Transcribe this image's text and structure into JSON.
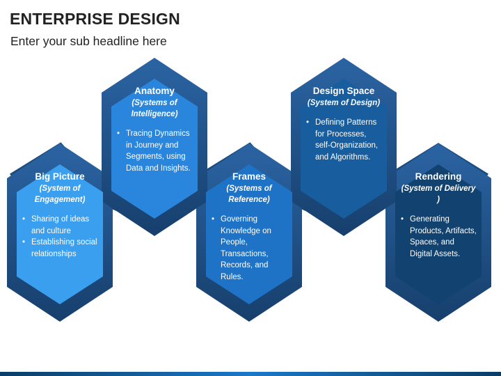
{
  "header": {
    "title": "ENTERPRISE DESIGN",
    "subtitle": "Enter your sub headline here"
  },
  "colors": {
    "frame": "#1c4c80",
    "frame_light": "#2b64a3",
    "stage_1": "#3b9ff0",
    "stage_2": "#2a86dc",
    "stage_3": "#1f73c6",
    "stage_4": "#185d9e",
    "stage_5": "#12426f",
    "bottom_bar": "#1b78c7"
  },
  "stages": [
    {
      "title": "Big Picture",
      "subtitle": "(System of Engagement)",
      "bullets": [
        "Sharing of ideas and culture",
        "Establishing social relationships"
      ]
    },
    {
      "title": "Anatomy",
      "subtitle": "(Systems of Intelligence)",
      "bullets": [
        "Tracing Dynamics in Journey and Segments, using Data and Insights."
      ]
    },
    {
      "title": "Frames",
      "subtitle": "(Systems of Reference)",
      "bullets": [
        "Governing Knowledge on People, Transactions, Records, and Rules."
      ]
    },
    {
      "title": "Design Space",
      "subtitle": "(System of Design)",
      "bullets": [
        "Defining Patterns for Processes, self-Organization, and Algorithms."
      ]
    },
    {
      "title": "Rendering",
      "subtitle": "(System of Delivery )",
      "bullets": [
        "Generating Products, Artifacts, Spaces, and Digital Assets."
      ]
    }
  ]
}
